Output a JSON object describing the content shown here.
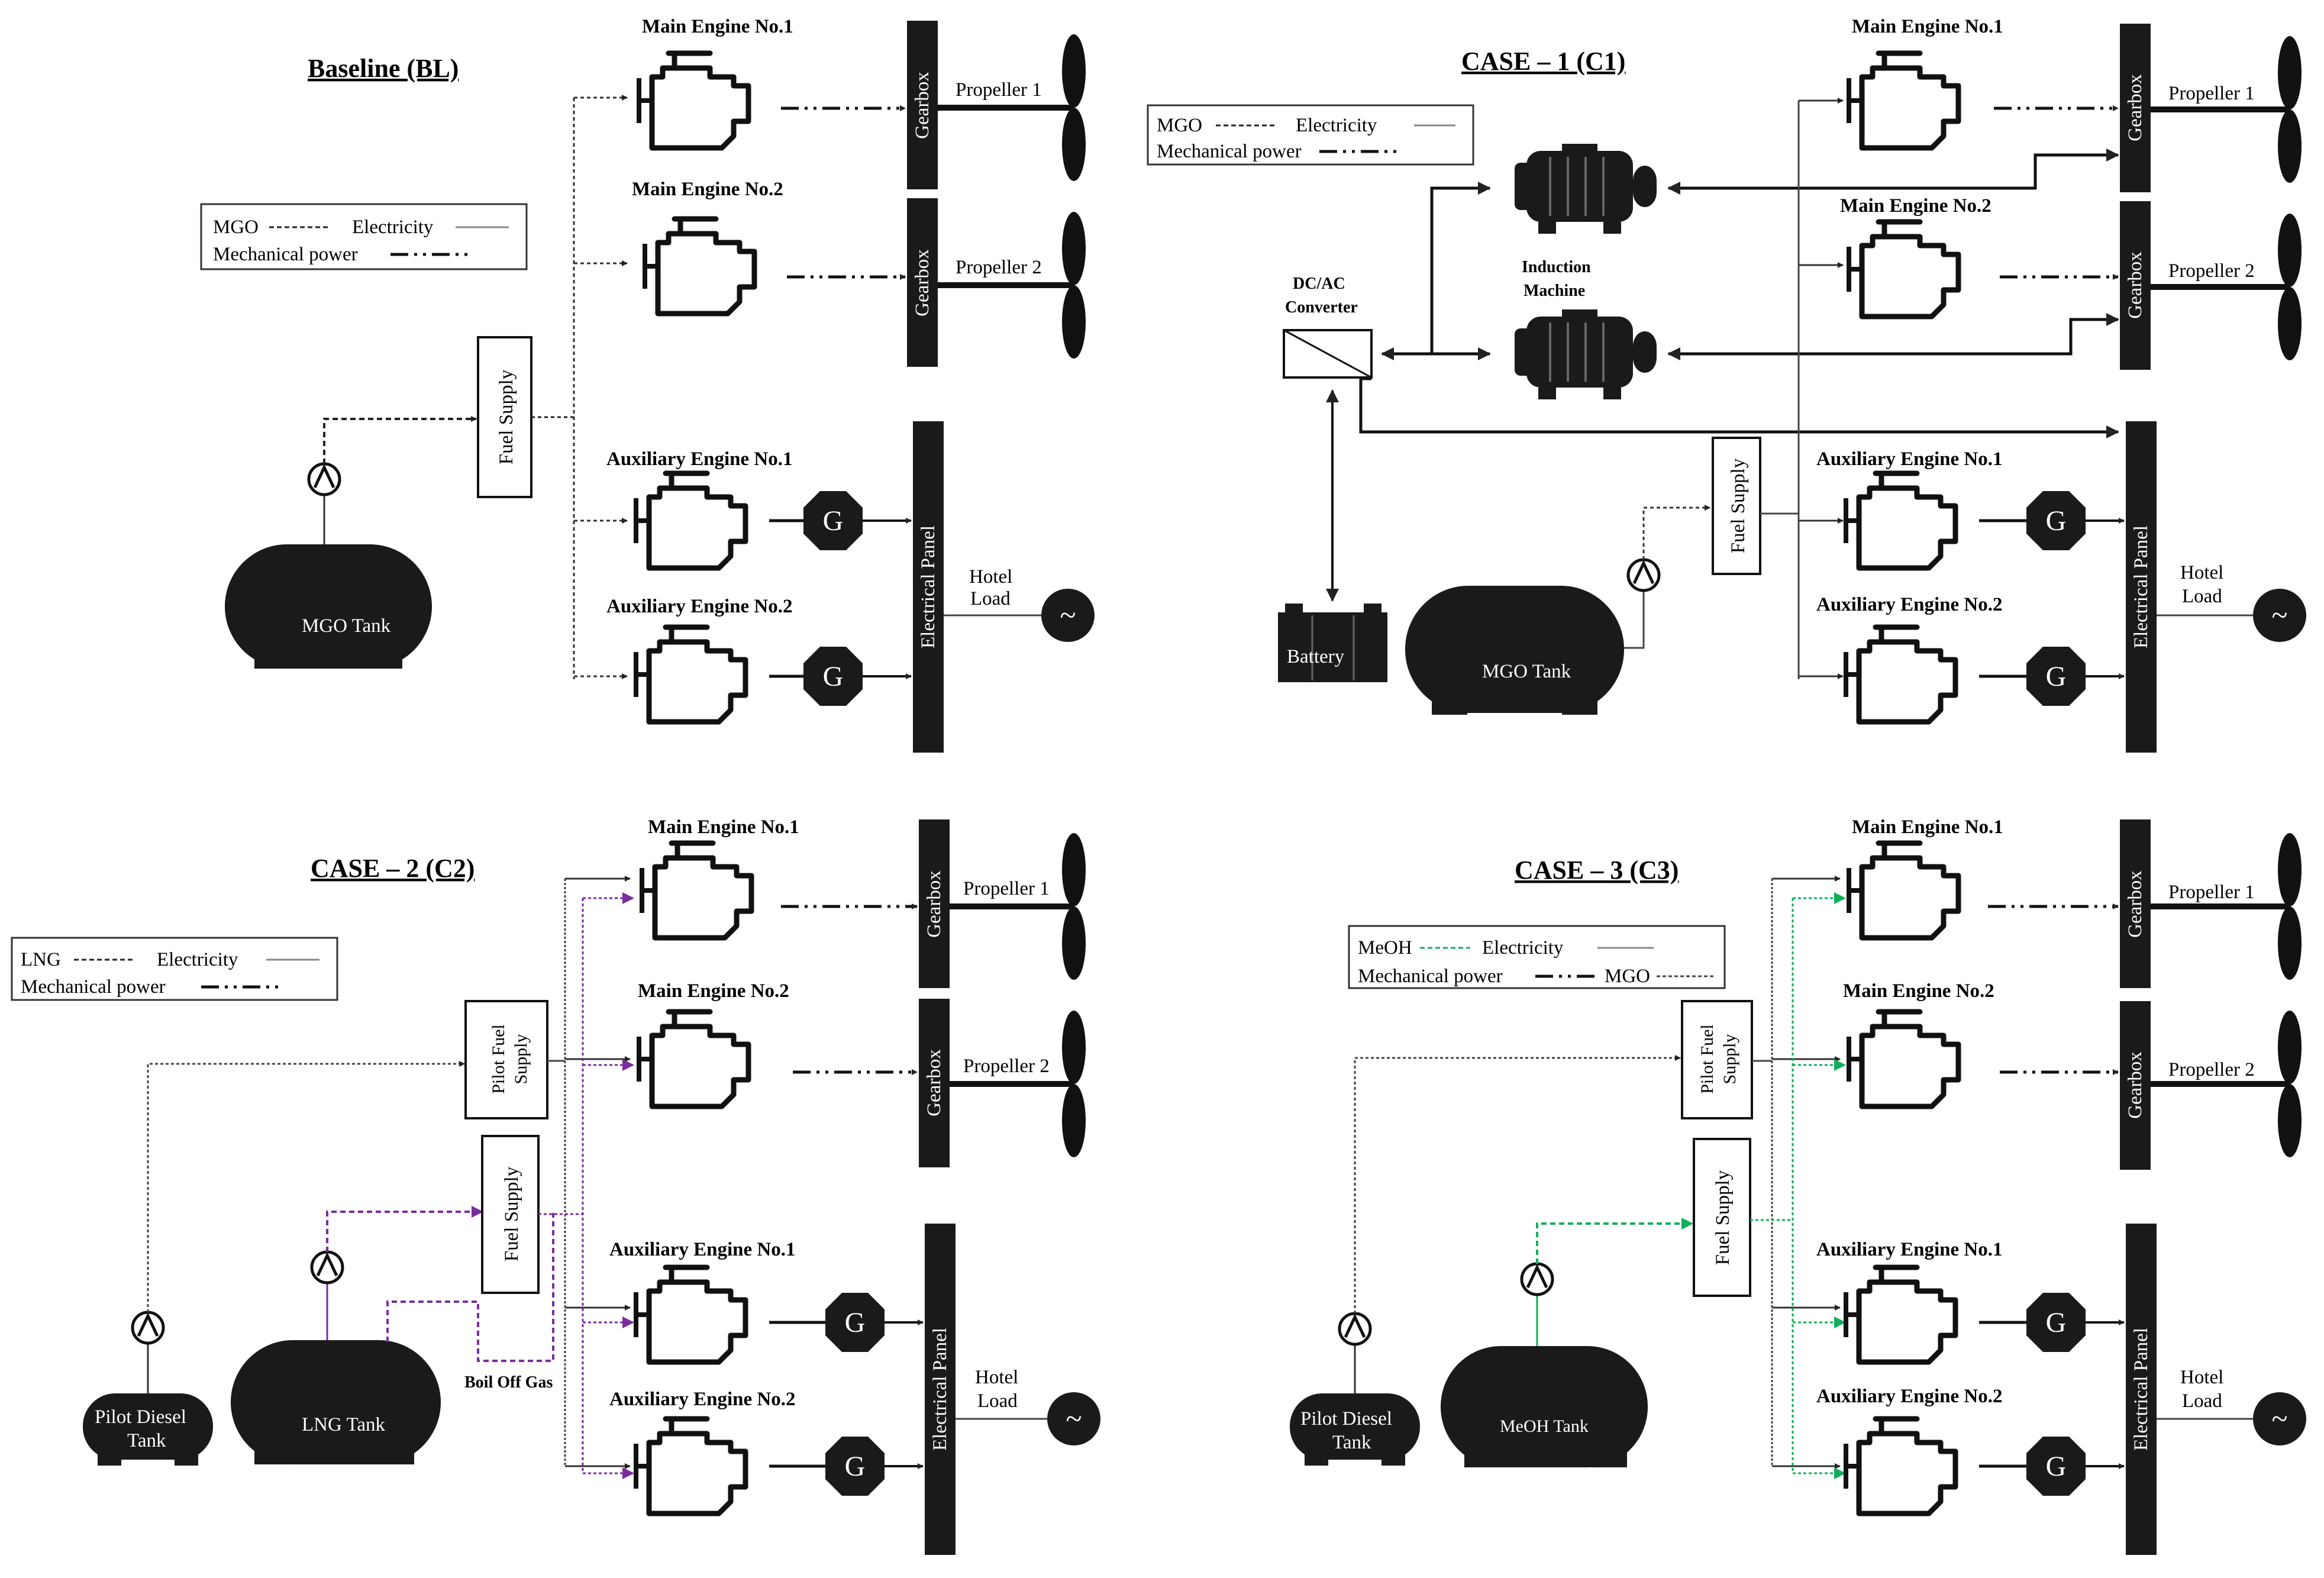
{
  "panels": [
    {
      "id": "bl",
      "title": "Baseline (BL)",
      "legend": {
        "fuel": "MGO",
        "electricity": "Electricity",
        "mechanical": "Mechanical power"
      },
      "main_engine_1": "Main Engine No.1",
      "main_engine_2": "Main Engine No.2",
      "aux_engine_1": "Auxiliary  Engine No.1",
      "aux_engine_2": "Auxiliary  Engine No.2",
      "gearbox": "Gearbox",
      "propeller_1": "Propeller 1",
      "propeller_2": "Propeller 2",
      "electrical_panel": "Electrical Panel",
      "hotel_load_1": "Hotel",
      "hotel_load_2": "Load",
      "fuel_supply": "Fuel Supply",
      "tank": "MGO Tank",
      "generator": "G",
      "ac_symbol": "~"
    },
    {
      "id": "c1",
      "title": "CASE – 1 (C1)",
      "legend": {
        "fuel": "MGO",
        "electricity": "Electricity",
        "mechanical": "Mechanical power"
      },
      "main_engine_1": "Main Engine No.1",
      "main_engine_2": "Main Engine No.2",
      "aux_engine_1": "Auxiliary  Engine No.1",
      "aux_engine_2": "Auxiliary  Engine No.2",
      "gearbox": "Gearbox",
      "propeller_1": "Propeller 1",
      "propeller_2": "Propeller 2",
      "electrical_panel": "Electrical Panel",
      "hotel_load_1": "Hotel",
      "hotel_load_2": "Load",
      "fuel_supply": "Fuel Supply",
      "tank": "MGO Tank",
      "generator": "G",
      "ac_symbol": "~",
      "converter_1": "DC/AC",
      "converter_2": "Converter",
      "induction_1": "Induction",
      "induction_2": "Machine",
      "battery": "Battery"
    },
    {
      "id": "c2",
      "title": "CASE – 2 (C2)",
      "legend": {
        "fuel": "LNG",
        "electricity": "Electricity",
        "mechanical": "Mechanical power"
      },
      "main_engine_1": "Main Engine No.1",
      "main_engine_2": "Main Engine No.2",
      "aux_engine_1": "Auxiliary  Engine No.1",
      "aux_engine_2": "Auxiliary  Engine No.2",
      "gearbox": "Gearbox",
      "propeller_1": "Propeller 1",
      "propeller_2": "Propeller 2",
      "electrical_panel": "Electrical Panel",
      "hotel_load_1": "Hotel",
      "hotel_load_2": "Load",
      "fuel_supply": "Fuel Supply",
      "pilot_supply_1": "Pilot Fuel",
      "pilot_supply_2": "Supply",
      "tank": "LNG Tank",
      "pilot_tank_1": "Pilot Diesel",
      "pilot_tank_2": "Tank",
      "boil_off": "Boil Off Gas",
      "generator": "G",
      "ac_symbol": "~"
    },
    {
      "id": "c3",
      "title": "CASE – 3 (C3)",
      "legend": {
        "fuel": "MeOH",
        "electricity": "Electricity",
        "mechanical": "Mechanical power",
        "mgo": "MGO"
      },
      "main_engine_1": "Main Engine No.1",
      "main_engine_2": "Main Engine No.2",
      "aux_engine_1": "Auxiliary  Engine No.1",
      "aux_engine_2": "Auxiliary  Engine No.2",
      "gearbox": "Gearbox",
      "propeller_1": "Propeller 1",
      "propeller_2": "Propeller 2",
      "electrical_panel": "Electrical Panel",
      "hotel_load_1": "Hotel",
      "hotel_load_2": "Load",
      "fuel_supply": "Fuel Supply",
      "pilot_supply_1": "Pilot Fuel",
      "pilot_supply_2": "Supply",
      "tank": "MeOH Tank",
      "pilot_tank_1": "Pilot Diesel",
      "pilot_tank_2": "Tank",
      "generator": "G",
      "ac_symbol": "~"
    }
  ],
  "colors": {
    "ink": "#222222",
    "lng_fuel": "#7b2d9e",
    "meoh_fuel": "#10b05a"
  }
}
